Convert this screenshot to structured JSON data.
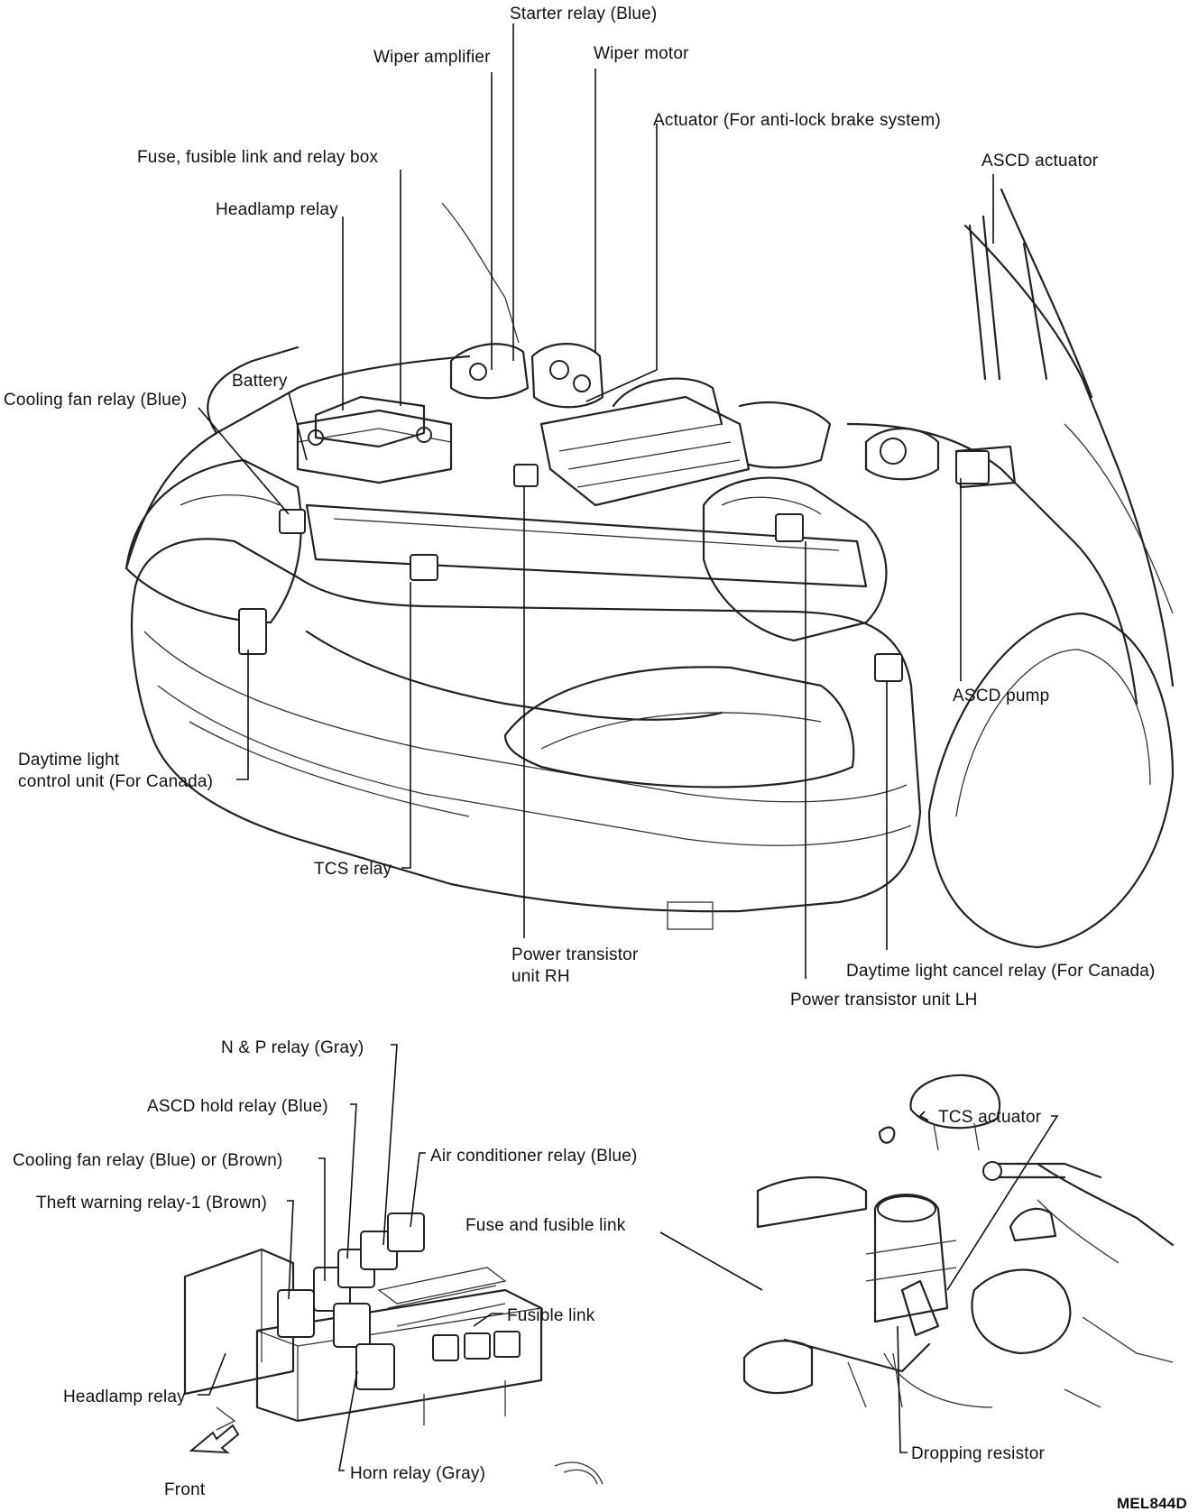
{
  "main_diagram": {
    "labels": {
      "starter_relay": "Starter relay (Blue)",
      "wiper_amplifier": "Wiper amplifier",
      "wiper_motor": "Wiper motor",
      "actuator_abs": "Actuator (For anti-lock brake system)",
      "fuse_box": "Fuse, fusible link and relay box",
      "ascd_actuator": "ASCD actuator",
      "headlamp_relay": "Headlamp relay",
      "battery": "Battery",
      "cooling_fan_relay": "Cooling fan relay (Blue)",
      "ascd_pump": "ASCD pump",
      "daytime_light_control_1": "Daytime light",
      "daytime_light_control_2": "control unit (For Canada)",
      "tcs_relay": "TCS relay",
      "power_transistor_rh_1": "Power transistor",
      "power_transistor_rh_2": "unit RH",
      "daytime_light_cancel": "Daytime light cancel relay (For Canada)",
      "power_transistor_lh": "Power transistor unit LH"
    }
  },
  "relay_box_detail": {
    "labels": {
      "np_relay": "N & P relay (Gray)",
      "ascd_hold_relay": "ASCD hold relay (Blue)",
      "cooling_fan_relay": "Cooling fan relay (Blue) or (Brown)",
      "air_conditioner_relay": "Air conditioner relay (Blue)",
      "theft_warning_relay": "Theft warning relay-1 (Brown)",
      "fuse_fusible_link": "Fuse and fusible link",
      "fusible_link": "Fusible link",
      "headlamp_relay": "Headlamp relay",
      "horn_relay": "Horn relay (Gray)",
      "front": "Front"
    }
  },
  "tcs_detail": {
    "labels": {
      "tcs_actuator": "TCS actuator",
      "dropping_resistor": "Dropping resistor"
    }
  },
  "figure_code": "MEL844D"
}
